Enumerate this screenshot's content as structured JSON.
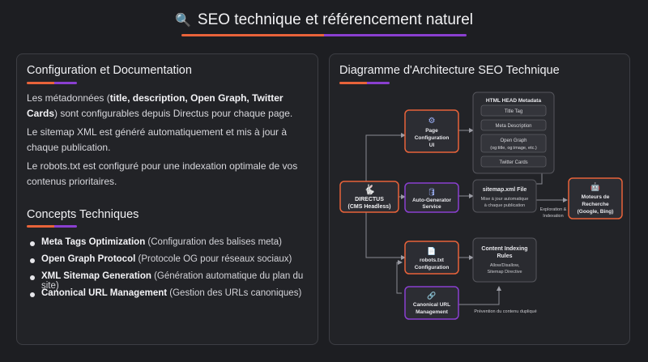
{
  "header": {
    "title": "SEO technique et référencement naturel",
    "icon": "magnifier-icon"
  },
  "left": {
    "config_title": "Configuration et Documentation",
    "p1_pre": "Les métadonnées (",
    "p1_b1": "title, description, Open Graph, Twitter Cards",
    "p1_post": ") sont configurables depuis Directus pour chaque page.",
    "p2": "Le sitemap XML est généré automatiquement et mis à jour à chaque publication.",
    "p3": "Le robots.txt est configuré pour une indexation optimale de vos contenus prioritaires.",
    "concepts_title": "Concepts Techniques",
    "concepts": [
      {
        "bold": "Meta Tags Optimization",
        "rest": " (Configuration des balises meta)"
      },
      {
        "bold": "Open Graph Protocol",
        "rest": " (Protocole OG pour réseaux sociaux)"
      },
      {
        "bold": "XML Sitemap Generation",
        "rest": " (Génération automatique du plan du site)"
      },
      {
        "bold": "Canonical URL Management",
        "rest": " (Gestion des URLs canoniques)"
      }
    ]
  },
  "diagram": {
    "title": "Diagramme d'Architecture SEO Technique",
    "directus": [
      "DIRECTUS",
      "(CMS Headless)"
    ],
    "page_config": [
      "Page",
      "Configuration",
      "UI"
    ],
    "auto_gen": [
      "Auto-Generator",
      "Service"
    ],
    "robots_config": [
      "robots.txt",
      "Configuration"
    ],
    "canonical": [
      "Canonical URL",
      "Management"
    ],
    "html_head_title": "HTML HEAD Metadata",
    "meta_items": [
      "Title Tag",
      "Meta Description",
      "Twitter Cards"
    ],
    "open_graph": [
      "Open Graph",
      "(og:title, og:image, etc.)"
    ],
    "sitemap_title": "sitemap.xml File",
    "sitemap_sub": [
      "Mise à jour automatique",
      "à chaque publication"
    ],
    "indexing_title": [
      "Content Indexing",
      "Rules"
    ],
    "indexing_sub": [
      "Allow/Disallow,",
      "Sitemap Directive"
    ],
    "engines": [
      "Moteurs de",
      "Recherche",
      "(Google, Bing)"
    ],
    "edge_explore": [
      "Exploration &",
      "Indexation"
    ],
    "edge_dup": "Prévention du contenu dupliqué",
    "colors": {
      "orange": "#e8633a",
      "purple": "#8a3fd0",
      "box": "#2c2d33",
      "border": "#55565c"
    }
  }
}
